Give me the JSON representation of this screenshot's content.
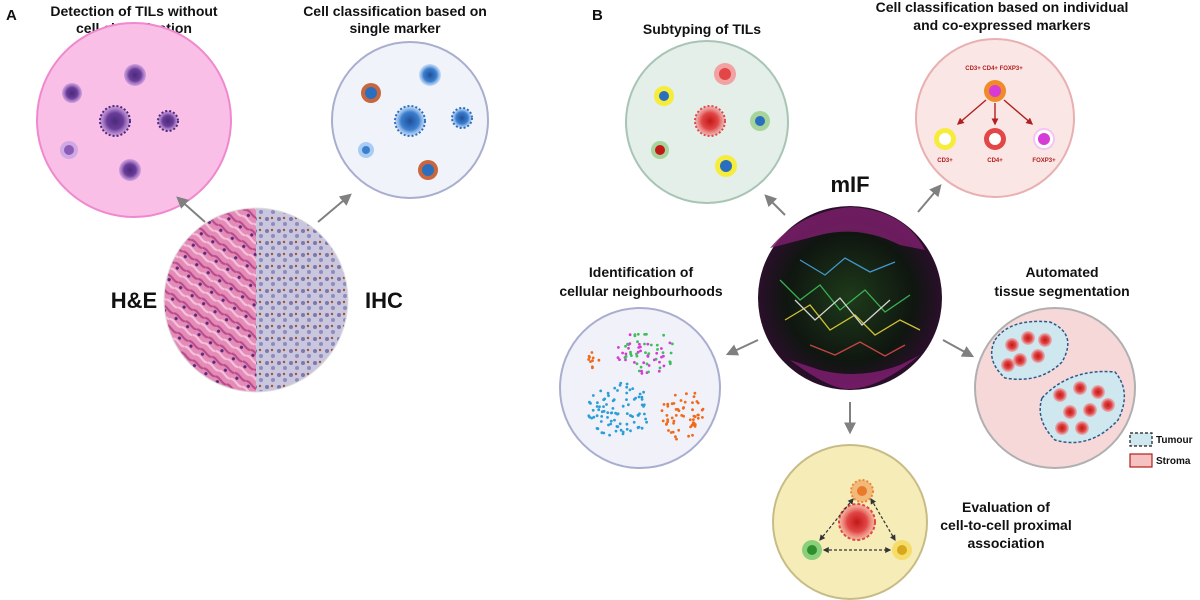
{
  "panels": {
    "a": "A",
    "b": "B"
  },
  "panel_a": {
    "detection_title": [
      "Detection of TILs without",
      "cell classification"
    ],
    "classification_title": [
      "Cell classification based on",
      "single marker"
    ],
    "he_label": "H&E",
    "ihc_label": "IHC"
  },
  "panel_b": {
    "subtyping_title": "Subtyping of TILs",
    "coexpressed_title": [
      "Cell classification based on individual",
      "and co-expressed markers"
    ],
    "coexpressed_labels": {
      "combined": "CD3+ CD4+ FOXP3+",
      "cd3": "CD3+",
      "cd4": "CD4+",
      "foxp3": "FOXP3+"
    },
    "mif_label": "mIF",
    "neighbourhoods_title": [
      "Identification of",
      "cellular neighbourhoods"
    ],
    "segmentation_title": [
      "Automated",
      "tissue segmentation"
    ],
    "proximal_title": [
      "Evaluation of",
      "cell-to-cell proximal",
      "association"
    ],
    "legend": {
      "tumour": "Tumour",
      "stroma": "Stroma"
    }
  },
  "colors": {
    "detection_bg": "#f9bfe6",
    "detection_border": "#f088cf",
    "classification_bg": "#f1f3fb",
    "subtyping_bg": "#e3efe8",
    "coexpressed_bg": "#fbe6e6",
    "neighbourhoods_bg": "#f1f1fa",
    "segmentation_bg": "#f6d8d8",
    "proximal_bg": "#f5ecb8",
    "til_purple": "#6a3d9a",
    "dab_brown": "#a0522d",
    "marker_blue": "#2a6fbf",
    "tumour_fill": "#cfe8f0",
    "stroma_fill": "#f6c1c1",
    "arrow": "#808080"
  }
}
